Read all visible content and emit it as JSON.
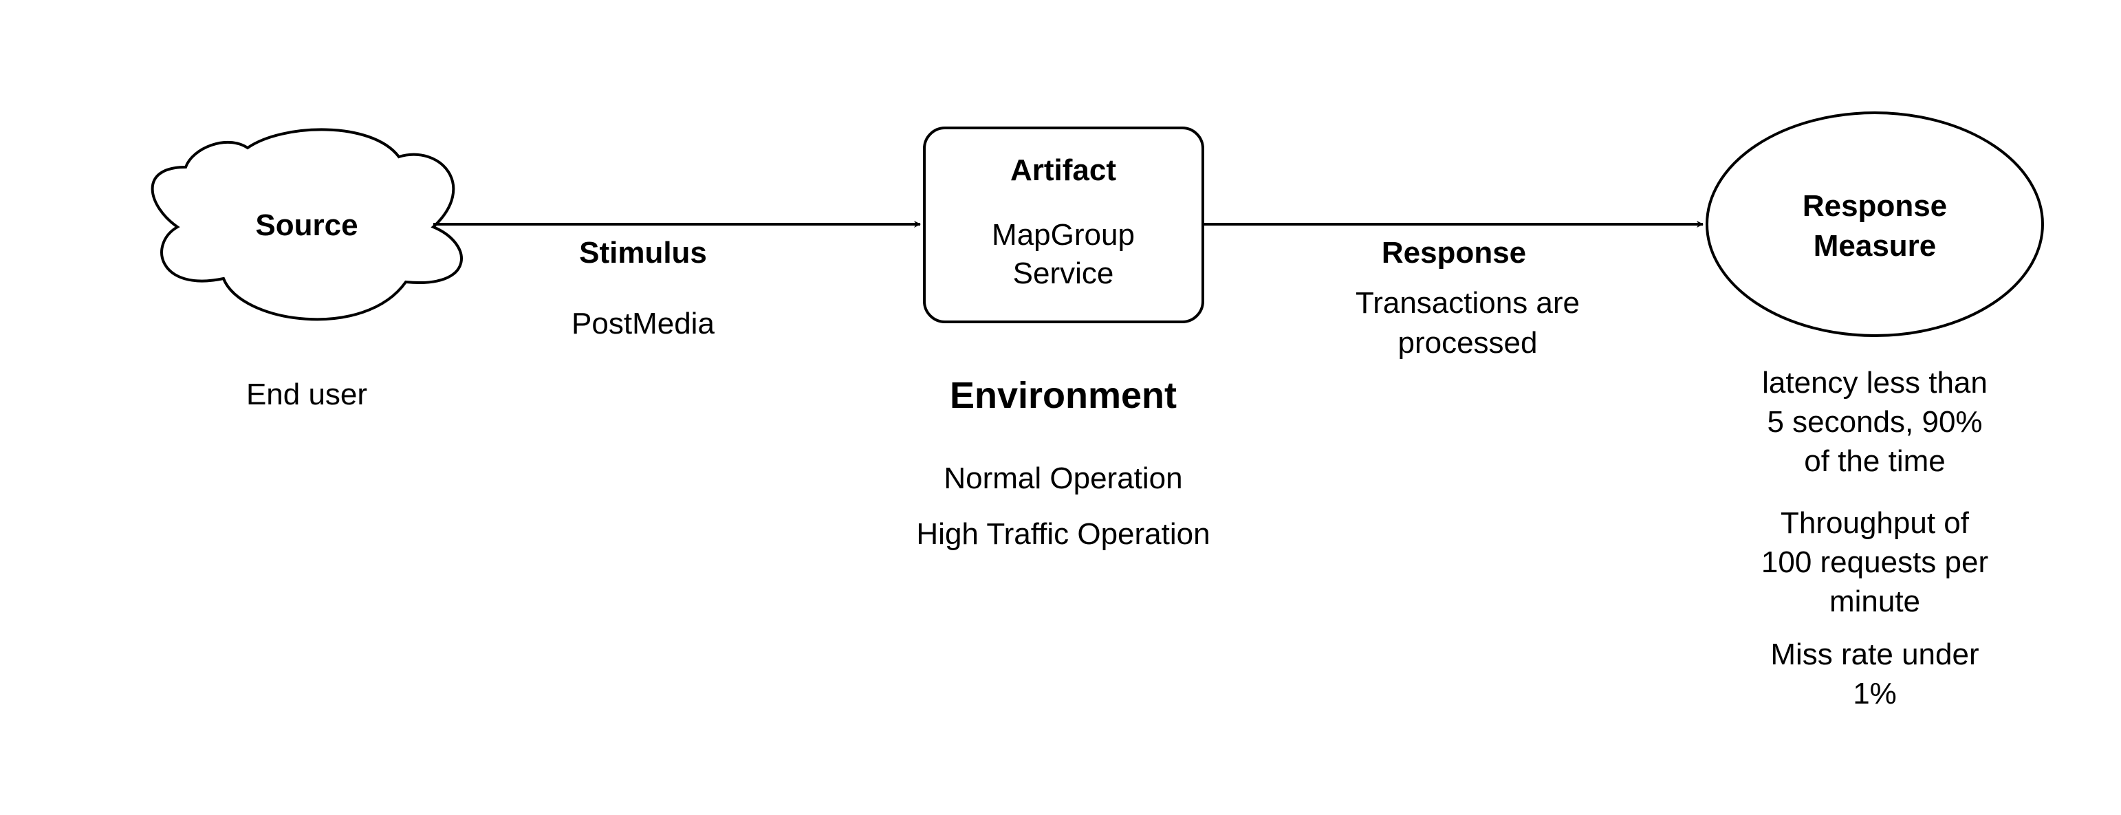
{
  "source": {
    "title": "Source",
    "description": "End user"
  },
  "stimulus": {
    "title": "Stimulus",
    "description": "PostMedia"
  },
  "artifact": {
    "title": "Artifact",
    "lines": [
      "MapGroup",
      "Service"
    ]
  },
  "environment": {
    "title": "Environment",
    "items": [
      "Normal Operation",
      "High Traffic Operation"
    ]
  },
  "response": {
    "title": "Response",
    "lines": [
      "Transactions are",
      "processed"
    ]
  },
  "response_measure": {
    "title_lines": [
      "Response",
      "Measure"
    ],
    "measures": [
      [
        "latency less than",
        "5 seconds, 90%",
        "of the time"
      ],
      [
        "Throughput of",
        "100 requests per",
        "minute"
      ],
      [
        "Miss rate under",
        "1%"
      ]
    ]
  },
  "colors": {
    "stroke": "#000000",
    "fill": "#ffffff"
  }
}
